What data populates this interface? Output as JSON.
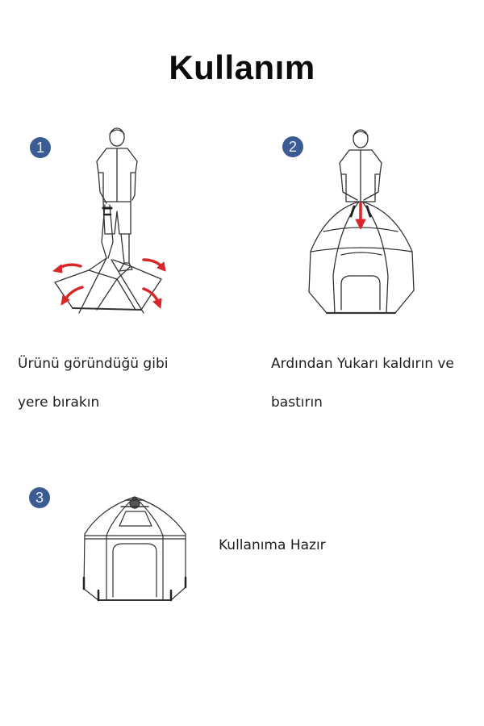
{
  "page": {
    "title": "Kullanım"
  },
  "steps": [
    {
      "number": "1",
      "caption_line1": "Ürünü göründüğü  gibi",
      "caption_line2": "yere bırakın",
      "illustration": "person-holding-folded-tent-frame-with-red-spread-arrows"
    },
    {
      "number": "2",
      "caption_line1": "Ardından Yukarı kaldırın ve",
      "caption_line2": "bastırın",
      "illustration": "person-pushing-down-tent-hub-with-red-down-arrow"
    },
    {
      "number": "3",
      "caption_line1": "Kullanıma Hazır",
      "illustration": "assembled-hexagonal-dome-tent"
    }
  ],
  "colors": {
    "badge": "#3b5c92",
    "arrow": "#d9262a",
    "line": "#333333"
  }
}
